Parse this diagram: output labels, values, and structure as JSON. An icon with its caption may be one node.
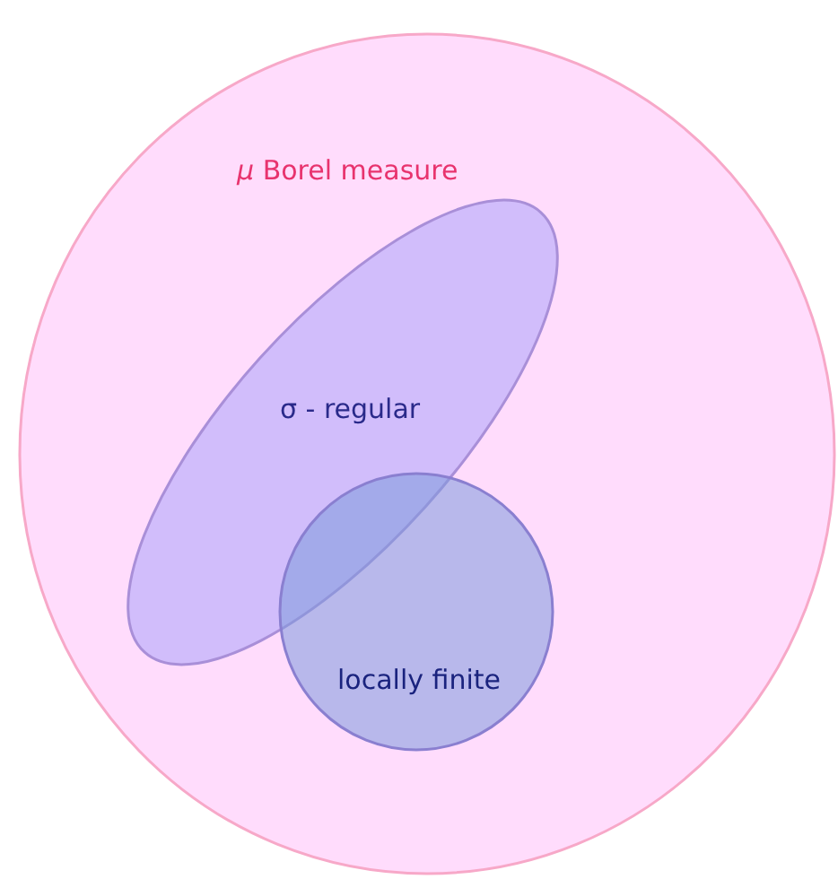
{
  "diagram": {
    "nodes": [
      {
        "text": [
          "*μ* Borel measure"
        ]
      },
      {
        "text": [
          "σ - regular"
        ],
        "in": 0
      },
      {
        "text": [
          "locally finite"
        ],
        "in": 0
      }
    ]
  }
}
